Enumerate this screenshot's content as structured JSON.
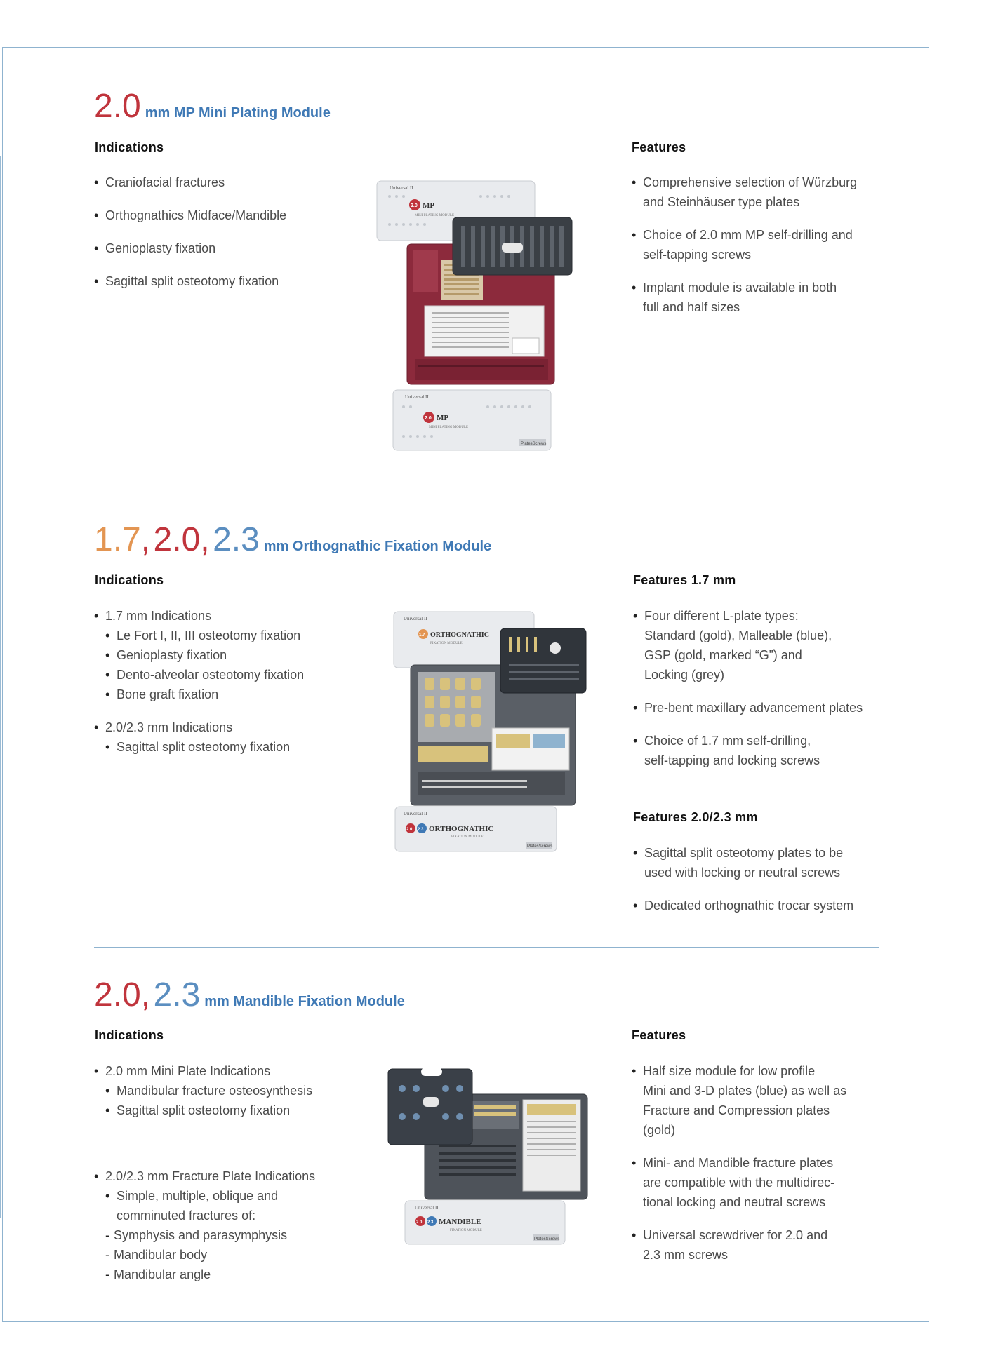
{
  "sections": [
    {
      "heading": {
        "num1": "2.0",
        "sep1": "",
        "num2": "",
        "sep2": "",
        "num3": "",
        "subtitle": "mm MP Mini Plating Module"
      },
      "indications_title": "Indications",
      "indications": [
        "Craniofacial fractures",
        "Orthognathics Midface/Mandible",
        "Genioplasty fixation",
        "Sagittal split osteotomy fixation"
      ],
      "features_title": "Features",
      "features": [
        [
          "Comprehensive selection of Würzburg",
          "and Steinhäuser type plates"
        ],
        [
          "Choice of 2.0 mm MP self-drilling and",
          "self-tapping screws"
        ],
        [
          "Implant module is available in both",
          "full and half sizes"
        ]
      ],
      "image": {
        "lid_top_brand": "Universal II",
        "lid_top_num": "2.0",
        "lid_top_name": "MP",
        "lid_top_module": "MINI PLATING MODULE",
        "lid_bottom_brand": "Universal II",
        "lid_bottom_num": "2.0",
        "lid_bottom_name": "MP",
        "lid_bottom_module": "MINI PLATING MODULE",
        "lid_bottom_tag": "PlatesScrews"
      }
    },
    {
      "heading": {
        "num1": "1.7",
        "sep1": ",",
        "num2": "2.0",
        "sep2": ",",
        "num3": "2.3",
        "subtitle": "mm Orthognathic Fixation Module"
      },
      "indications_title": "Indications",
      "indications_l1": "1.7 mm Indications",
      "indications_l1_items": [
        "Le Fort I, II, III osteotomy fixation",
        "Genioplasty fixation",
        "Dento-alveolar osteotomy fixation",
        "Bone graft fixation"
      ],
      "indications_l2": "2.0/2.3 mm Indications",
      "indications_l2_items": [
        "Sagittal split osteotomy fixation"
      ],
      "features_title": "Features 1.7 mm",
      "features": [
        [
          "Four different L-plate types:",
          "Standard (gold), Malleable (blue),",
          "GSP (gold, marked  “G”) and",
          "Locking (grey)"
        ],
        [
          "Pre-bent maxillary advancement plates"
        ],
        [
          "Choice of 1.7 mm self-drilling,",
          "self-tapping and locking screws"
        ]
      ],
      "features2_title": "Features 2.0/2.3 mm",
      "features2": [
        [
          "Sagittal split osteotomy plates to be",
          "used with locking or neutral screws"
        ],
        [
          "Dedicated orthognathic trocar system"
        ]
      ],
      "image": {
        "lid_top_brand": "Universal II",
        "lid_top_num": "1.7",
        "lid_top_name": "ORTHOGNATHIC",
        "lid_top_module": "FIXATION MODULE",
        "lid_bottom_brand": "Universal II",
        "lid_bottom_num1": "2.0",
        "lid_bottom_num2": "2.3",
        "lid_bottom_name": "ORTHOGNATHIC",
        "lid_bottom_module": "FIXATION MODULE",
        "lid_bottom_tag": "PlatesScrews"
      }
    },
    {
      "heading": {
        "num1": "2.0",
        "sep1": ",",
        "num2": "2.3",
        "sep2": "",
        "num3": "",
        "subtitle": "mm Mandible Fixation Module"
      },
      "indications_title": "Indications",
      "indications_l1": "2.0 mm Mini Plate Indications",
      "indications_l1_items": [
        "Mandibular fracture osteosynthesis",
        "Sagittal split osteotomy fixation"
      ],
      "indications_l2": "2.0/2.3 mm Fracture Plate Indications",
      "indications_l2_item": [
        "Simple, multiple, oblique and",
        "comminuted fractures of:"
      ],
      "indications_l2_dash": [
        "Symphysis and parasymphysis",
        "Mandibular body",
        "Mandibular angle"
      ],
      "features_title": "Features",
      "features": [
        [
          "Half size module for low profile",
          "Mini and 3-D plates (blue) as well as",
          "Fracture and Compression plates",
          "(gold)"
        ],
        [
          "Mini- and Mandible fracture plates",
          "are compatible with the multidirec-",
          "tional locking and neutral screws"
        ],
        [
          "Universal screwdriver for 2.0 and",
          "2.3 mm screws"
        ]
      ],
      "image": {
        "lid_bottom_brand": "Universal II",
        "lid_bottom_num1": "2.0",
        "lid_bottom_num2": "2.3",
        "lid_bottom_name": "MANDIBLE",
        "lid_bottom_module": "FIXATION MODULE",
        "lid_bottom_tag": "PlatesScrews"
      }
    }
  ],
  "colors": {
    "red": "#c0343c",
    "orange": "#e39552",
    "blue": "#5b8ec0",
    "subtitle_blue": "#3f79b5",
    "frame": "#8fb3cf",
    "tray_maroon": "#8c2a3c",
    "tray_dark": "#3a3f45"
  }
}
